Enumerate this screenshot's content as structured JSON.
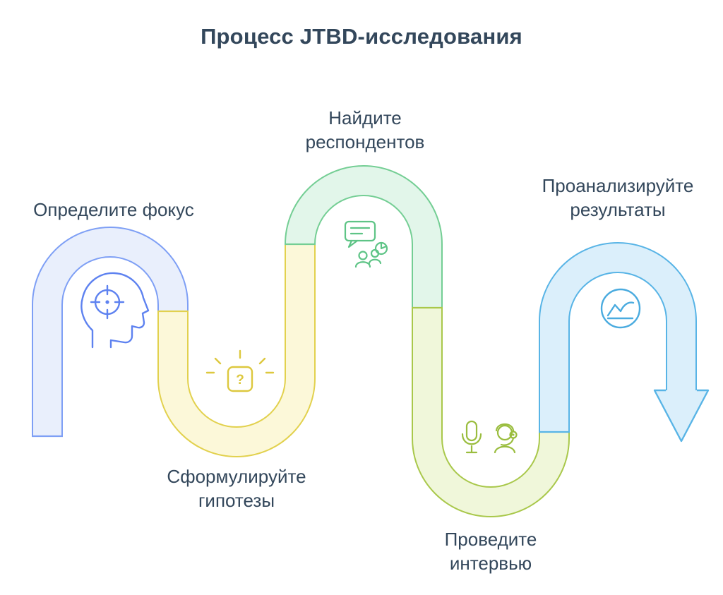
{
  "title": "Процесс JTBD-исследования",
  "text_color": "#33475b",
  "background": "#ffffff",
  "steps": [
    {
      "name": "define-focus",
      "lines": [
        "Определите фокус"
      ],
      "icon": "head-target-icon",
      "fill": "#e9effc",
      "stroke": "#7e9ff5",
      "icon_color": "#5e82f0"
    },
    {
      "name": "formulate-hypotheses",
      "lines": [
        "Сформулируйте",
        "гипотезы"
      ],
      "icon": "idea-question-icon",
      "glyph": "?",
      "fill": "#fcf8d9",
      "stroke": "#e2d14e",
      "icon_color": "#ddc83e"
    },
    {
      "name": "find-respondents",
      "lines": [
        "Найдите",
        "респондентов"
      ],
      "icon": "chat-people-icon",
      "fill": "#e2f6ea",
      "stroke": "#74ce94",
      "icon_color": "#5ec486"
    },
    {
      "name": "conduct-interviews",
      "lines": [
        "Проведите",
        "интервью"
      ],
      "icon": "microphone-person-icon",
      "fill": "#f0f7da",
      "stroke": "#a9c84b",
      "icon_color": "#9abd3e"
    },
    {
      "name": "analyze-results",
      "lines": [
        "Проанализируйте",
        "результаты"
      ],
      "icon": "chart-circle-icon",
      "fill": "#dbeffb",
      "stroke": "#58b4e6",
      "icon_color": "#4aabdf"
    }
  ]
}
